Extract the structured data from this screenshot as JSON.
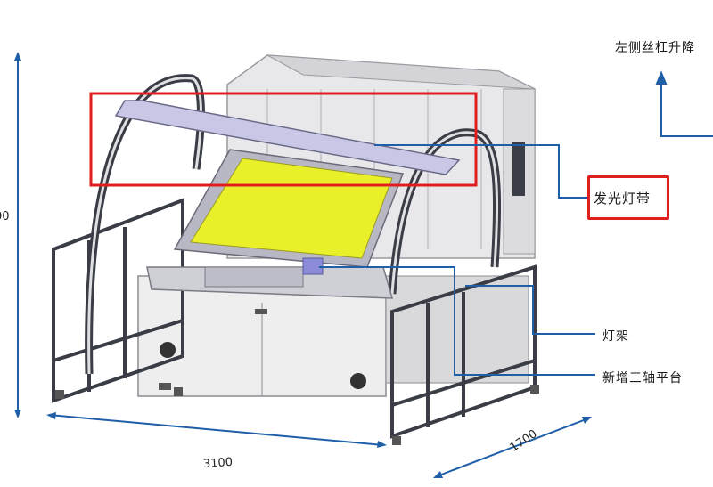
{
  "labels": {
    "top_lift": "左侧丝杠升降",
    "light_strip": "发光灯带",
    "light_rack": "灯架",
    "three_axis": "新增三轴平台"
  },
  "dimensions": {
    "width": "3100",
    "depth": "1700",
    "height_partial": "00"
  },
  "colors": {
    "highlight_red": "#e01e1e",
    "leader_blue": "#1f5fa8",
    "panel_yellow": "#e9f02a",
    "frame_dark": "#3a3d46",
    "cabinet_gray": "#e6e6e8"
  }
}
